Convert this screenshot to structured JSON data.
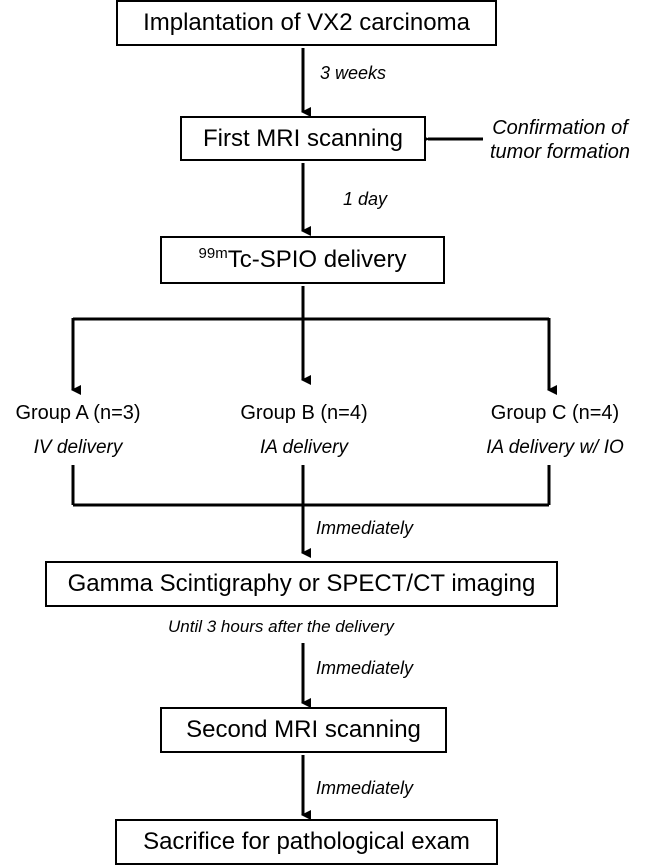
{
  "steps": {
    "implantation": "Implantation of VX2 carcinoma",
    "first_mri": "First MRI scanning",
    "delivery_sup": "99m",
    "delivery_rest": "Tc-SPIO delivery",
    "imaging": "Gamma Scintigraphy or SPECT/CT imaging",
    "second_mri": "Second MRI scanning",
    "sacrifice": "Sacrifice for pathological exam"
  },
  "annotations": {
    "three_weeks": "3 weeks",
    "confirmation_line1": "Confirmation of",
    "confirmation_line2": "tumor formation",
    "one_day": "1 day",
    "immediately_1": "Immediately",
    "until": "Until 3 hours after the delivery",
    "immediately_2": "Immediately",
    "immediately_3": "Immediately"
  },
  "groups": [
    {
      "name": "Group A (n=3)",
      "route": "IV delivery"
    },
    {
      "name": "Group B (n=4)",
      "route": "IA delivery"
    },
    {
      "name": "Group C (n=4)",
      "route": "IA delivery w/ IO"
    }
  ]
}
